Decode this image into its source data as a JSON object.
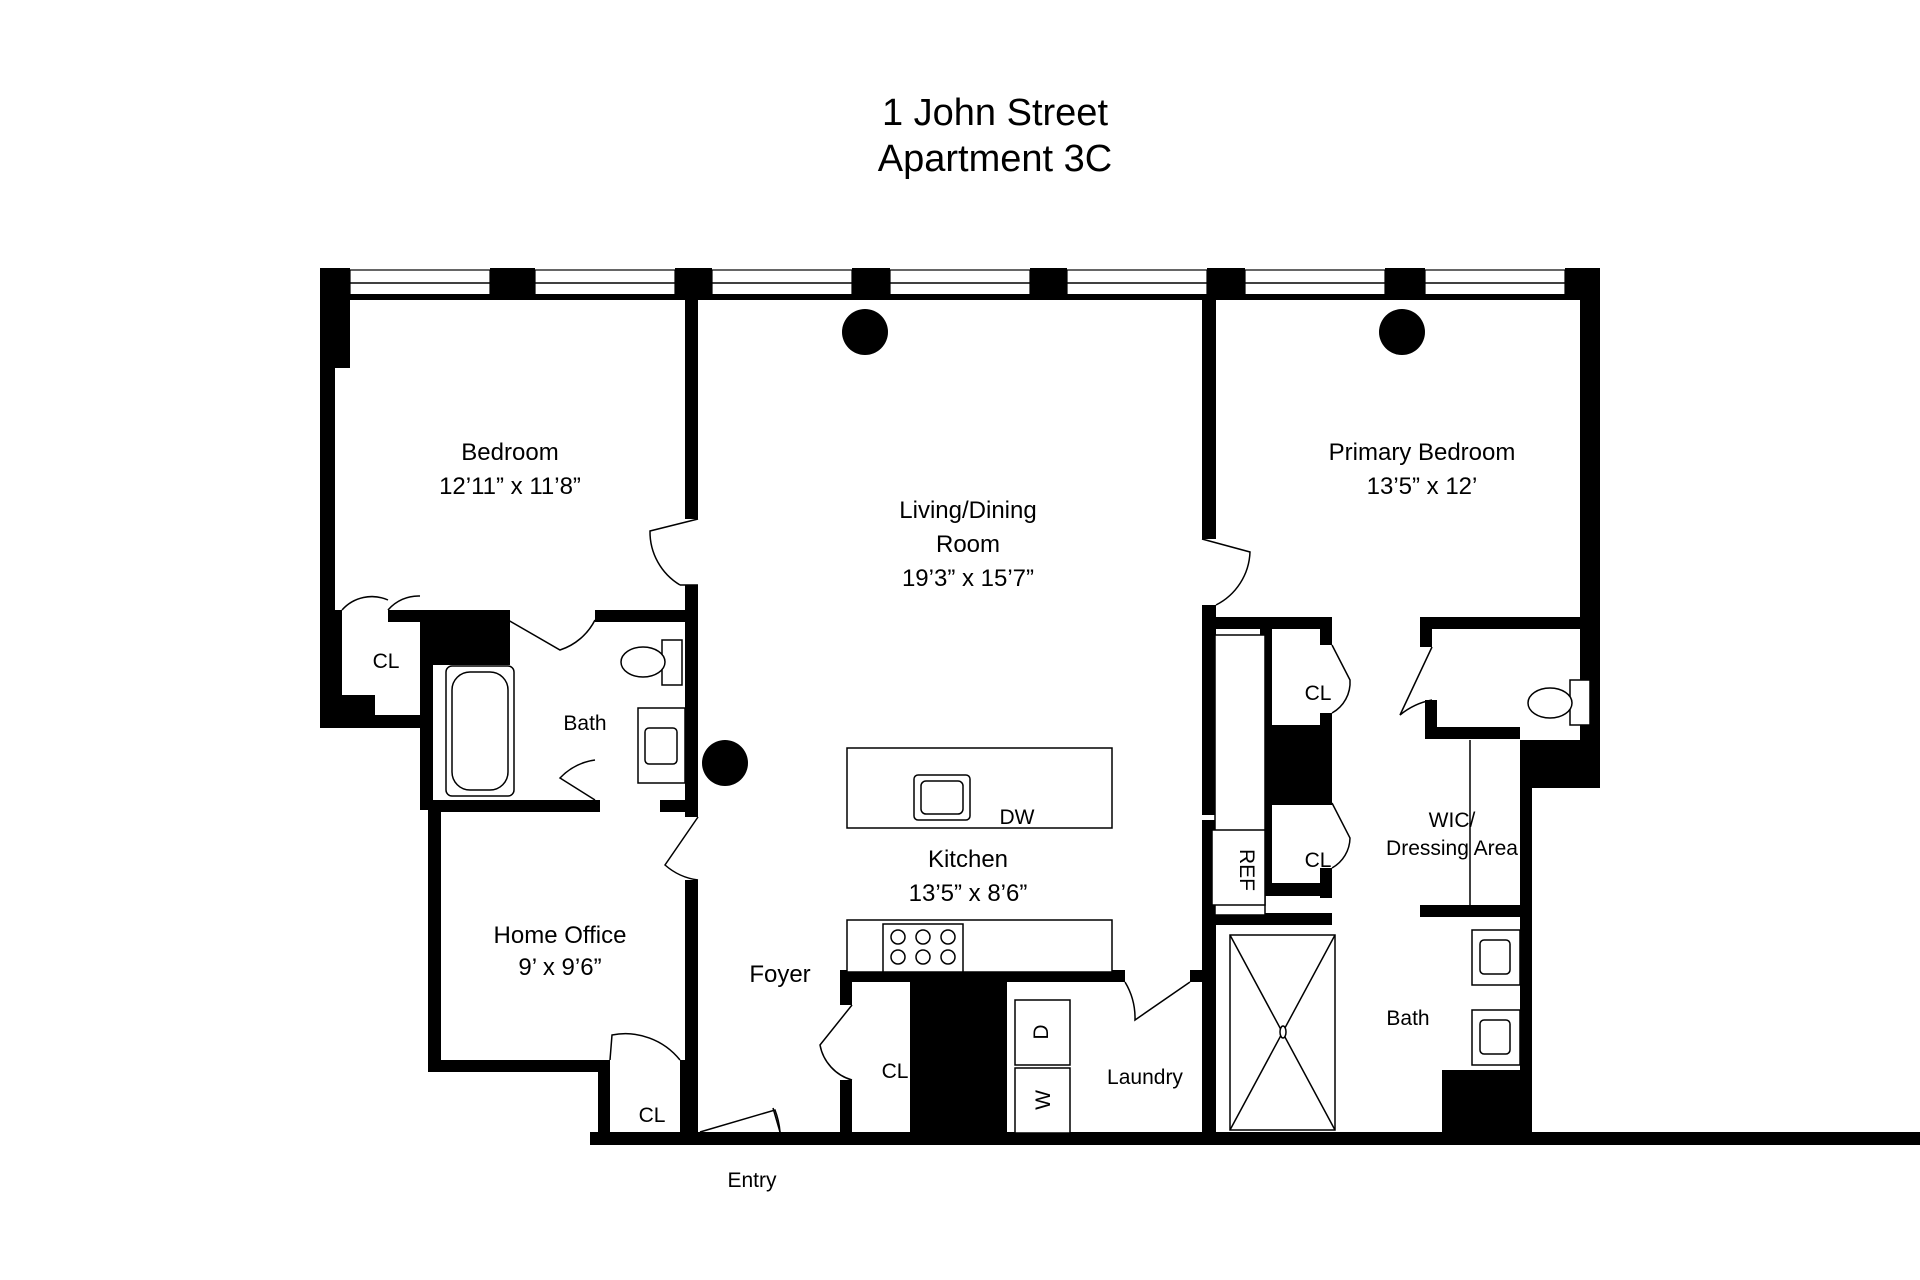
{
  "header": {
    "address": "1 John Street",
    "unit": "Apartment 3C"
  },
  "rooms": {
    "bedroom": {
      "name": "Bedroom",
      "size": "12’11” x 11’8”"
    },
    "living": {
      "name_line1": "Living/Dining",
      "name_line2": "Room",
      "size": "19’3” x 15’7”"
    },
    "primary": {
      "name": "Primary Bedroom",
      "size": "13’5” x 12’"
    },
    "kitchen": {
      "name": "Kitchen",
      "size": "13’5” x 8’6”"
    },
    "office": {
      "name": "Home Office",
      "size": "9’ x 9’6”"
    },
    "foyer": {
      "name": "Foyer"
    },
    "bath_left": {
      "name": "Bath"
    },
    "bath_right": {
      "name": "Bath"
    },
    "wic": {
      "name_line1": "WIC/",
      "name_line2": "Dressing Area"
    },
    "laundry": {
      "name": "Laundry"
    },
    "entry": {
      "name": "Entry"
    }
  },
  "labels": {
    "closet": "CL",
    "dishwasher": "DW",
    "refrigerator": "REF",
    "dryer": "D",
    "washer": "W"
  }
}
